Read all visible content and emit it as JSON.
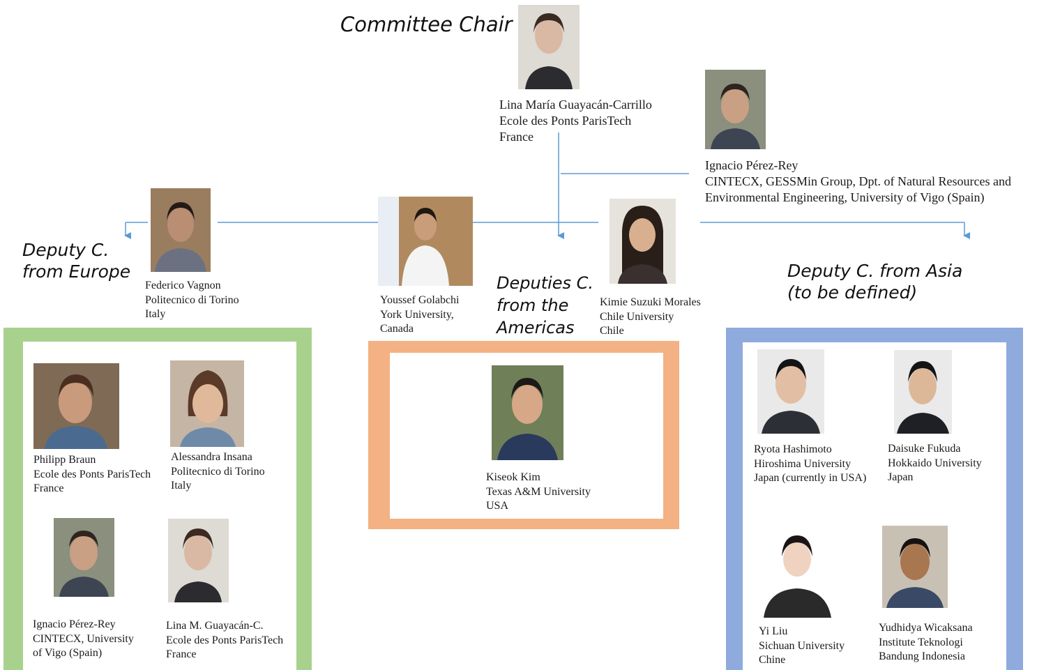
{
  "headings": {
    "chair": "Committee Chair",
    "europe_1": "Deputy C.",
    "europe_2": "from Europe",
    "americas_1": "Deputies C.",
    "americas_2": "from the",
    "americas_3": "Americas",
    "asia_1": "Deputy C. from Asia",
    "asia_2": "(to be defined)"
  },
  "chair": {
    "name": "Lina María Guayacán-Carrillo",
    "affiliation": "Ecole des Ponts ParisTech",
    "country": "France"
  },
  "advisor": {
    "name": "Ignacio Pérez-Rey",
    "line2": "CINTECX, GESSMin Group, Dpt. of Natural Resources and",
    "line3": "Environmental Engineering, University of Vigo (Spain)"
  },
  "deputies": {
    "europe": {
      "name": "Federico Vagnon",
      "affiliation": "Politecnico di Torino",
      "country": "Italy"
    },
    "americas_1": {
      "name": "Youssef Golabchi",
      "affiliation": "York University,",
      "country": "Canada"
    },
    "americas_2": {
      "name": "Kimie Suzuki Morales",
      "affiliation": "Chile University",
      "country": "Chile"
    }
  },
  "europe_team": [
    {
      "name": "Philipp Braun",
      "affiliation": "Ecole des Ponts ParisTech",
      "country": "France"
    },
    {
      "name": "Alessandra Insana",
      "affiliation": "Politecnico di Torino",
      "country": "Italy"
    },
    {
      "name": "Ignacio Pérez-Rey",
      "affiliation": "CINTECX, University",
      "country": "of Vigo (Spain)"
    },
    {
      "name": "Lina M. Guayacán-C.",
      "affiliation": "Ecole des Ponts ParisTech",
      "country": "France"
    }
  ],
  "americas_team": [
    {
      "name": "Kiseok Kim",
      "affiliation": "Texas A&M University",
      "country": "USA"
    }
  ],
  "asia_team": [
    {
      "name": "Ryota Hashimoto",
      "affiliation": "Hiroshima University",
      "country": "Japan (currently in USA)"
    },
    {
      "name": "Daisuke Fukuda",
      "affiliation": "Hokkaido University",
      "country": "Japan"
    },
    {
      "name": "Yi Liu",
      "affiliation": "Sichuan University",
      "country": "Chine"
    },
    {
      "name": "Yudhidya Wicaksana",
      "affiliation": "Institute Teknologi",
      "country": "Bandung Indonesia"
    }
  ],
  "colors": {
    "connector": "#5b9bd5",
    "europe_frame": "#a9d18e",
    "americas_frame": "#f4b183",
    "asia_frame": "#8faadc"
  }
}
